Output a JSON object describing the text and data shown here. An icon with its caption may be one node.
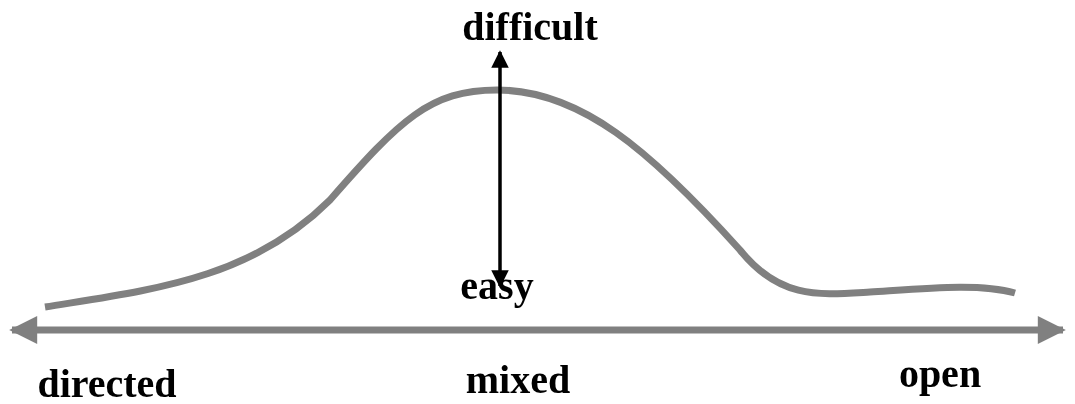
{
  "diagram": {
    "labels": [
      "difficult",
      "easy",
      "directed",
      "mixed",
      "open"
    ]
  }
}
